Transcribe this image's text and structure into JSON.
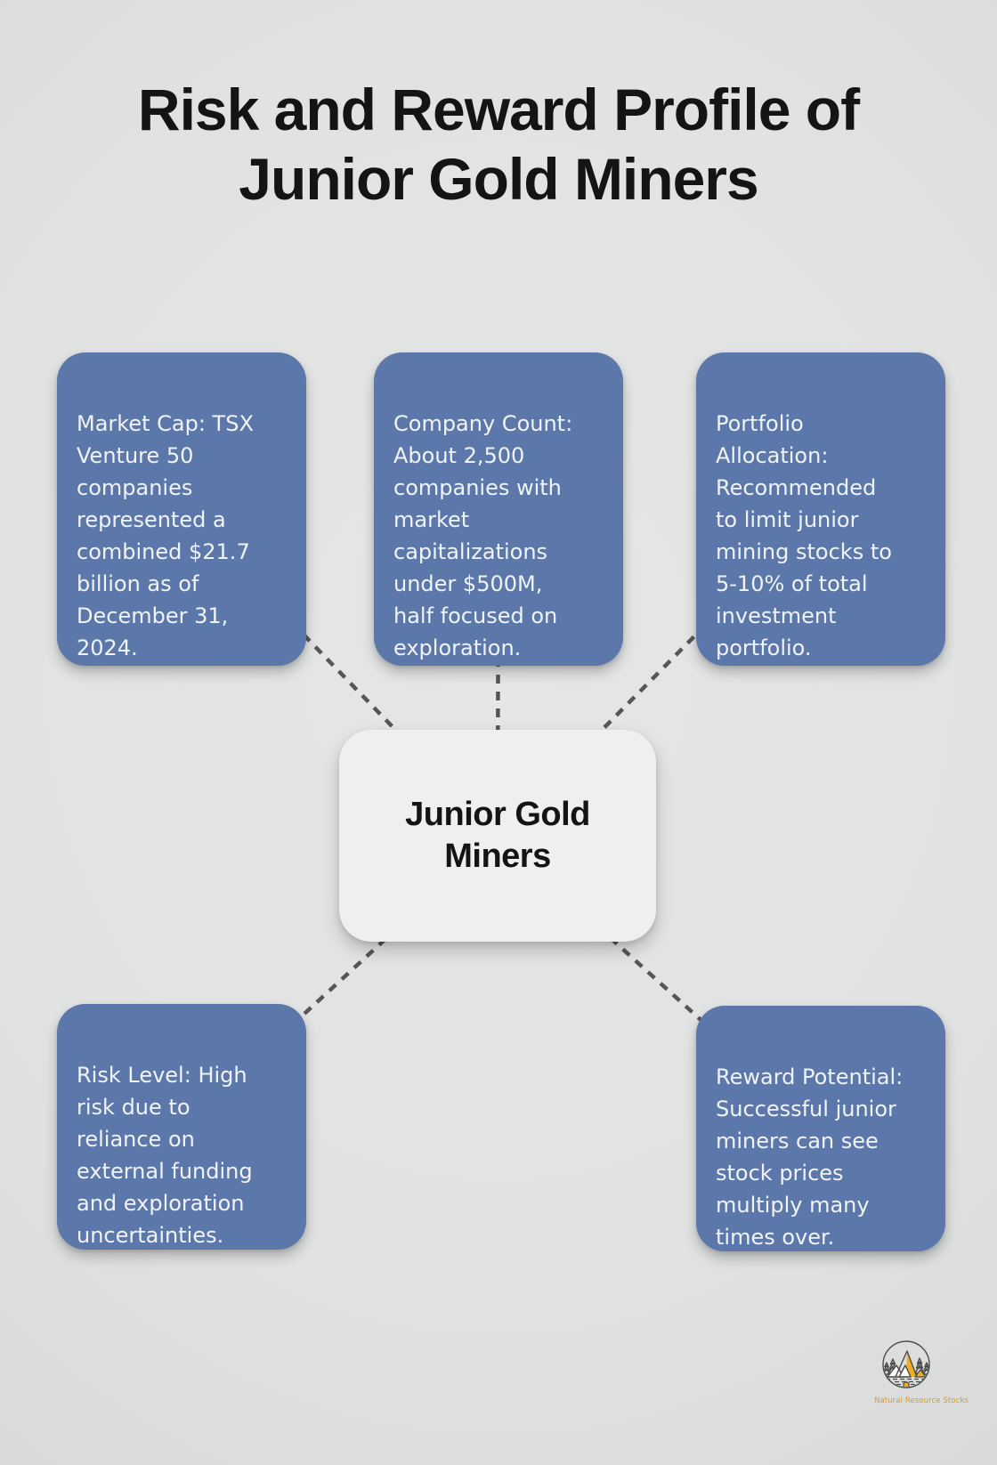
{
  "title": {
    "text": "Risk and Reward Profile of\nJunior Gold Miners"
  },
  "center": {
    "label": "Junior Gold\nMiners"
  },
  "nodes": [
    {
      "id": "market-cap",
      "position": "top-left",
      "text": "Market Cap: TSX\nVenture 50\ncompanies\nrepresented a\ncombined $21.7\nbillion as of\nDecember 31,\n2024."
    },
    {
      "id": "company-count",
      "position": "top-center",
      "text": "Company Count:\nAbout 2,500\ncompanies with\nmarket\ncapitalizations\nunder $500M,\nhalf focused on\nexploration."
    },
    {
      "id": "portfolio-allocation",
      "position": "top-right",
      "text": "Portfolio\nAllocation:\nRecommended\nto limit junior\nmining stocks to\n5-10% of total\ninvestment\nportfolio."
    },
    {
      "id": "risk-level",
      "position": "bottom-left",
      "text": "Risk Level: High\nrisk due to\nreliance on\nexternal funding\nand exploration\nuncertainties."
    },
    {
      "id": "reward-potential",
      "position": "bottom-right",
      "text": "Reward Potential:\nSuccessful junior\nminers can see\nstock prices\nmultiply many\ntimes over."
    }
  ],
  "brand": {
    "caption": "Natural Resource Stocks"
  },
  "colors": {
    "background": "#e1e2e2",
    "node_fill": "#5c77aa",
    "node_text": "#f0f3f8",
    "center_fill": "#efeff1",
    "center_text": "#141414",
    "title_text": "#141414",
    "connector": "#55565a",
    "logo_gold": "#f0ad1e",
    "logo_outline": "#4a4a4b",
    "logo_caption": "#d79c2a"
  }
}
